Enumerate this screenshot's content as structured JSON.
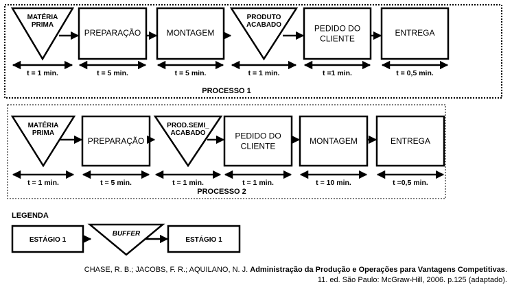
{
  "process1": {
    "title": "PROCESSO 1",
    "stages": [
      {
        "shape": "triangle",
        "lines": [
          "MATÉRIA",
          "PRIMA"
        ]
      },
      {
        "shape": "box",
        "lines": [
          "PREPARAÇÃO"
        ]
      },
      {
        "shape": "box",
        "lines": [
          "MONTAGEM"
        ]
      },
      {
        "shape": "triangle",
        "lines": [
          "PRODUTO",
          "ACABADO"
        ]
      },
      {
        "shape": "box",
        "lines": [
          "PEDIDO DO",
          "CLIENTE"
        ]
      },
      {
        "shape": "box",
        "lines": [
          "ENTREGA"
        ]
      }
    ],
    "times": [
      "t = 1 min.",
      "t = 5 min.",
      "t = 5 min.",
      "t = 1 min.",
      "t =1 min.",
      "t = 0,5 min."
    ]
  },
  "process2": {
    "title": "PROCESSO 2",
    "stages": [
      {
        "shape": "triangle",
        "lines": [
          "MATÉRIA",
          "PRIMA"
        ]
      },
      {
        "shape": "box",
        "lines": [
          "PREPARAÇÃO"
        ]
      },
      {
        "shape": "triangle",
        "lines": [
          "PROD.SEMI_",
          "ACABADO"
        ]
      },
      {
        "shape": "box",
        "lines": [
          "PEDIDO DO",
          "CLIENTE"
        ]
      },
      {
        "shape": "box",
        "lines": [
          "MONTAGEM"
        ]
      },
      {
        "shape": "box",
        "lines": [
          "ENTREGA"
        ]
      }
    ],
    "times": [
      "t = 1 min.",
      "t = 5 min.",
      "t = 1 min.",
      "t = 1 min.",
      "t = 10 min.",
      "t =0,5 min."
    ]
  },
  "legend": {
    "title": "LEGENDA",
    "stage_label": "ESTÁGIO 1",
    "buffer_label": "BUFFER",
    "stage_label_2": "ESTÁGIO 1"
  },
  "citation": {
    "line1_prefix": "CHASE, R. B.; JACOBS, F. R.; AQUILANO, N. J. ",
    "line1_bold": "Administração da Produção e Operações para Vantagens Competitivas",
    "line1_suffix": ".",
    "line2": "11. ed. São Paulo: McGraw-Hill, 2006. p.125 (adaptado)."
  }
}
